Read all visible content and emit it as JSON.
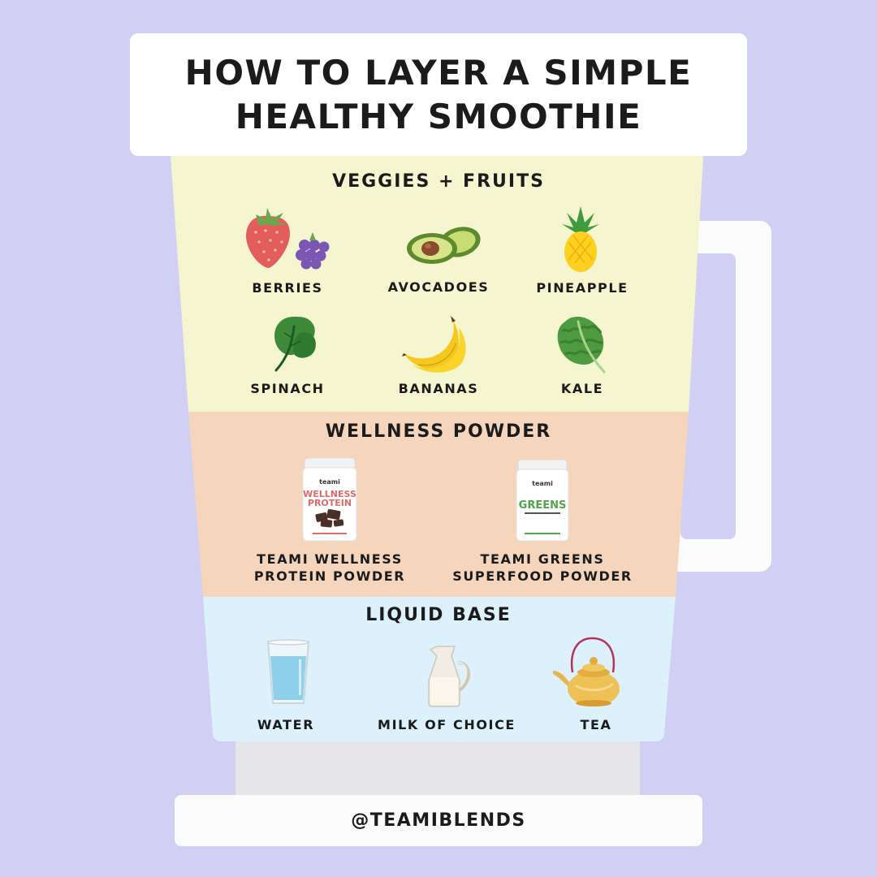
{
  "title": {
    "line1": "HOW TO LAYER A SIMPLE",
    "line2": "HEALTHY SMOOTHIE"
  },
  "sections": {
    "veggies_fruits": {
      "title": "VEGGIES + FRUITS",
      "items": [
        {
          "label": "BERRIES",
          "icon": "berries-icon"
        },
        {
          "label": "AVOCADOES",
          "icon": "avocado-icon"
        },
        {
          "label": "PINEAPPLE",
          "icon": "pineapple-icon"
        },
        {
          "label": "SPINACH",
          "icon": "spinach-icon"
        },
        {
          "label": "BANANAS",
          "icon": "banana-icon"
        },
        {
          "label": "KALE",
          "icon": "kale-icon"
        }
      ]
    },
    "wellness_powder": {
      "title": "WELLNESS POWDER",
      "items": [
        {
          "label_line1": "TEAMI WELLNESS",
          "label_line2": "PROTEIN POWDER",
          "icon": "protein-tub-icon",
          "tub_brand": "teami",
          "tub_name_line1": "WELLNESS",
          "tub_name_line2": "PROTEIN"
        },
        {
          "label_line1": "TEAMI GREENS",
          "label_line2": "SUPERFOOD POWDER",
          "icon": "greens-tub-icon",
          "tub_brand": "teami",
          "tub_name_line1": "GREENS"
        }
      ]
    },
    "liquid_base": {
      "title": "LIQUID BASE",
      "items": [
        {
          "label": "WATER",
          "icon": "water-glass-icon"
        },
        {
          "label": "MILK OF CHOICE",
          "icon": "milk-jug-icon"
        },
        {
          "label": "TEA",
          "icon": "teapot-icon"
        }
      ]
    }
  },
  "footer": {
    "handle": "@TEAMIBLENDS"
  },
  "colors": {
    "background": "#d1cff4",
    "veggies_layer": "#f5f5cf",
    "powder_layer": "#f5d6bd",
    "liquid_layer": "#dcf1fc",
    "card": "#ffffff"
  }
}
